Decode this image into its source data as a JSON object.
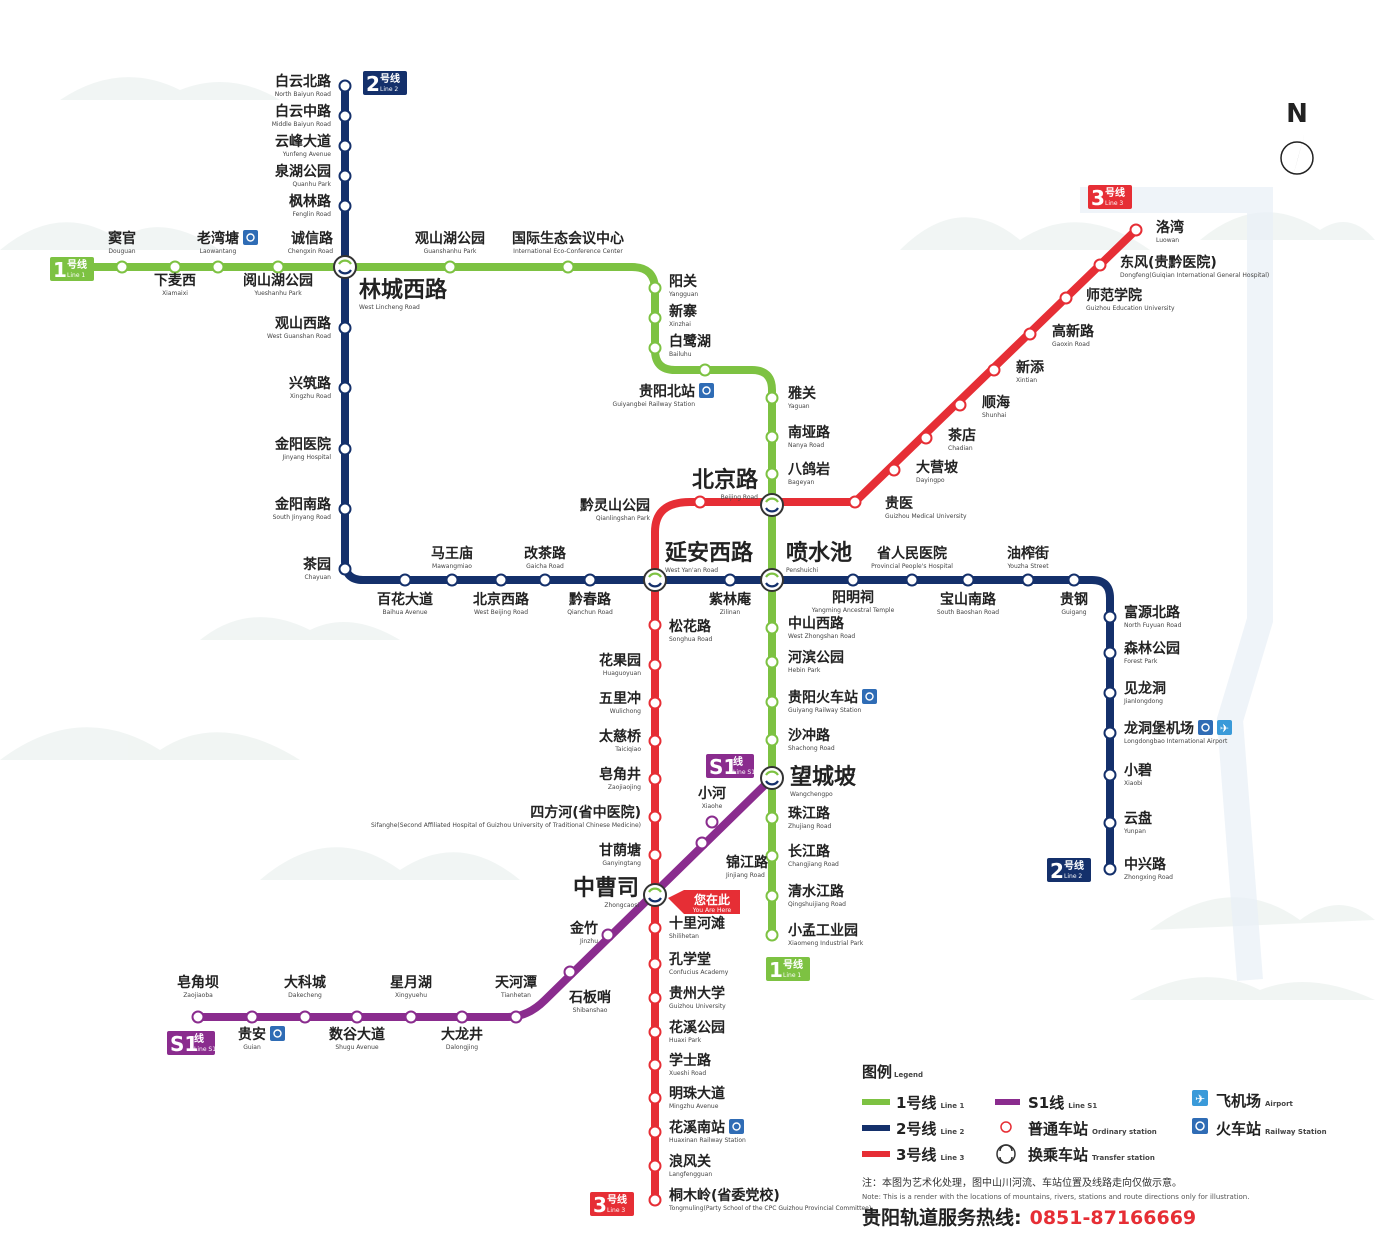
{
  "colors": {
    "line1": "#7dc242",
    "line2": "#14306b",
    "line3": "#e62e35",
    "lineS1": "#8a2c8e",
    "rail_icon": "#2f6cb5",
    "airport_icon": "#3a9ad9",
    "hotline": "#e62e35"
  },
  "north": {
    "label": "N"
  },
  "badges": {
    "line1_west": {
      "num": "1",
      "zh": "号线",
      "en": "Line 1"
    },
    "line1_south": {
      "num": "1",
      "zh": "号线",
      "en": "Line 1"
    },
    "line2_north": {
      "num": "2",
      "zh": "号线",
      "en": "Line 2"
    },
    "line2_south": {
      "num": "2",
      "zh": "号线",
      "en": "Line 2"
    },
    "line3_north": {
      "num": "3",
      "zh": "号线",
      "en": "Line 3"
    },
    "line3_south": {
      "num": "3",
      "zh": "号线",
      "en": "Line 3"
    },
    "lineS1_east": {
      "num": "S1",
      "zh": "线",
      "en": "Line S1"
    },
    "lineS1_west": {
      "num": "S1",
      "zh": "线",
      "en": "Line S1"
    }
  },
  "stations": [
    {
      "id": "douguan",
      "zh": "窦官",
      "en": "Douguan"
    },
    {
      "id": "xiamaisi",
      "zh": "下麦西",
      "en": "Xiamaixi"
    },
    {
      "id": "laowantang",
      "zh": "老湾塘",
      "en": "Laowantang",
      "rail": true
    },
    {
      "id": "yuanshanhu",
      "zh": "阅山湖公园",
      "en": "Yueshanhu Park"
    },
    {
      "id": "chengxin",
      "zh": "诚信路",
      "en": "Chengxin Road"
    },
    {
      "id": "guanshanhu",
      "zh": "观山湖公园",
      "en": "Guanshanhu Park"
    },
    {
      "id": "expo",
      "zh": "国际生态会议中心",
      "en": "International Eco-Conference Center"
    },
    {
      "id": "yangguan",
      "zh": "阳关",
      "en": "Yangguan"
    },
    {
      "id": "xinzhai",
      "zh": "新寨",
      "en": "Xinzhai"
    },
    {
      "id": "bailuhu",
      "zh": "白鹭湖",
      "en": "Bailuhu"
    },
    {
      "id": "guiyangbei",
      "zh": "贵阳北站",
      "en": "Guiyangbei Railway Station",
      "rail": true
    },
    {
      "id": "yaguan",
      "zh": "雅关",
      "en": "Yaguan"
    },
    {
      "id": "nanya",
      "zh": "南垭路",
      "en": "Nanya Road"
    },
    {
      "id": "bagezhai",
      "zh": "八鸽岩",
      "en": "Bageyan"
    },
    {
      "id": "beijinglu",
      "zh": "北京路",
      "en": "Beijing Road"
    },
    {
      "id": "penshuichi",
      "zh": "喷水池",
      "en": "Penshuichi"
    },
    {
      "id": "zhongshanxi",
      "zh": "中山西路",
      "en": "West Zhongshan Road"
    },
    {
      "id": "hebin",
      "zh": "河滨公园",
      "en": "Hebin Park"
    },
    {
      "id": "guiyanghuoche",
      "zh": "贵阳火车站",
      "en": "Guiyang Railway Station",
      "rail": true
    },
    {
      "id": "shachong",
      "zh": "沙冲路",
      "en": "Shachong Road"
    },
    {
      "id": "wangchengpo",
      "zh": "望城坡",
      "en": "Wangchengpo"
    },
    {
      "id": "zhujiang",
      "zh": "珠江路",
      "en": "Zhujiang Road"
    },
    {
      "id": "changjiang",
      "zh": "长江路",
      "en": "Changjiang Road"
    },
    {
      "id": "qingshuijiang",
      "zh": "清水江路",
      "en": "Qingshuijiang Road"
    },
    {
      "id": "xiaomeng",
      "zh": "小孟工业园",
      "en": "Xiaomeng Industrial Park"
    },
    {
      "id": "baiyunbei",
      "zh": "白云北路",
      "en": "North Baiyun Road"
    },
    {
      "id": "baiyunzhong",
      "zh": "白云中路",
      "en": "Middle Baiyun Road"
    },
    {
      "id": "yunfeng",
      "zh": "云峰大道",
      "en": "Yunfeng Avenue"
    },
    {
      "id": "quanhu",
      "zh": "泉湖公园",
      "en": "Quanhu Park"
    },
    {
      "id": "fenglin",
      "zh": "枫林路",
      "en": "Fenglin Road"
    },
    {
      "id": "linchengxi",
      "zh": "林城西路",
      "en": "West Lincheng Road"
    },
    {
      "id": "guanshanxi",
      "zh": "观山西路",
      "en": "West Guanshan Road"
    },
    {
      "id": "xingzhu",
      "zh": "兴筑路",
      "en": "Xingzhu Road"
    },
    {
      "id": "jinyangyiyuan",
      "zh": "金阳医院",
      "en": "Jinyang Hospital"
    },
    {
      "id": "jinyangnan",
      "zh": "金阳南路",
      "en": "South Jinyang Road"
    },
    {
      "id": "chayuan",
      "zh": "茶园",
      "en": "Chayuan"
    },
    {
      "id": "baihua",
      "zh": "百花大道",
      "en": "Baihua Avenue"
    },
    {
      "id": "mawangmiao",
      "zh": "马王庙",
      "en": "Mawangmiao"
    },
    {
      "id": "beijingxi",
      "zh": "北京西路",
      "en": "West Beijing Road"
    },
    {
      "id": "gaicha",
      "zh": "改茶路",
      "en": "Gaicha Road"
    },
    {
      "id": "qianchun",
      "zh": "黔春路",
      "en": "Qianchun Road"
    },
    {
      "id": "yananxi",
      "zh": "延安西路",
      "en": "West Yan'an Road"
    },
    {
      "id": "zilinan",
      "zh": "紫林庵",
      "en": "Zilinan"
    },
    {
      "id": "yangmingci",
      "zh": "阳明祠",
      "en": "Yangming Ancestral Temple"
    },
    {
      "id": "shengrenyi",
      "zh": "省人民医院",
      "en": "Provincial People's Hospital"
    },
    {
      "id": "baoshannan",
      "zh": "宝山南路",
      "en": "South Baoshan Road"
    },
    {
      "id": "youzha",
      "zh": "油榨街",
      "en": "Youzha Street"
    },
    {
      "id": "guigang",
      "zh": "贵钢",
      "en": "Guigang"
    },
    {
      "id": "fuyuanbei",
      "zh": "富源北路",
      "en": "North Fuyuan Road"
    },
    {
      "id": "senlin",
      "zh": "森林公园",
      "en": "Forest Park"
    },
    {
      "id": "jianlongdong",
      "zh": "见龙洞",
      "en": "Jianlongdong"
    },
    {
      "id": "longdongbao",
      "zh": "龙洞堡机场",
      "en": "Longdongbao International Airport",
      "rail": true,
      "airport": true
    },
    {
      "id": "xiaobi",
      "zh": "小碧",
      "en": "Xiaobi"
    },
    {
      "id": "yunpan",
      "zh": "云盘",
      "en": "Yunpan"
    },
    {
      "id": "zhongxing",
      "zh": "中兴路",
      "en": "Zhongxing Road"
    },
    {
      "id": "luowan",
      "zh": "洛湾",
      "en": "Luowan"
    },
    {
      "id": "dongfeng",
      "zh": "东风(贵黔医院)",
      "en": "Dongfeng(Guiqian International General Hospital)"
    },
    {
      "id": "shifan",
      "zh": "师范学院",
      "en": "Guizhou Education University"
    },
    {
      "id": "gaoxin",
      "zh": "高新路",
      "en": "Gaoxin Road"
    },
    {
      "id": "xintian",
      "zh": "新添",
      "en": "Xintian"
    },
    {
      "id": "shunhai",
      "zh": "顺海",
      "en": "Shunhai"
    },
    {
      "id": "chadian",
      "zh": "茶店",
      "en": "Chadian"
    },
    {
      "id": "dayingpo",
      "zh": "大营坡",
      "en": "Dayingpo"
    },
    {
      "id": "guiyi",
      "zh": "贵医",
      "en": "Guizhou Medical University"
    },
    {
      "id": "qianlingshan",
      "zh": "黔灵山公园",
      "en": "Qianlingshan Park"
    },
    {
      "id": "songhua",
      "zh": "松花路",
      "en": "Songhua Road"
    },
    {
      "id": "huaguoyuan",
      "zh": "花果园",
      "en": "Huaguoyuan"
    },
    {
      "id": "wulichong",
      "zh": "五里冲",
      "en": "Wulichong"
    },
    {
      "id": "taiciqiao",
      "zh": "太慈桥",
      "en": "Taiciqiao"
    },
    {
      "id": "zaojiaojing",
      "zh": "皂角井",
      "en": "Zaojiaojing"
    },
    {
      "id": "sifanghe",
      "zh": "四方河(省中医院)",
      "en": "Sifanghe(Second Affiliated Hospital of Guizhou University of Traditional Chinese Medicine)"
    },
    {
      "id": "ganyingtang",
      "zh": "甘荫塘",
      "en": "Ganyingtang"
    },
    {
      "id": "zhongcaosi",
      "zh": "中曹司",
      "en": "Zhongcaosi"
    },
    {
      "id": "shilihetan",
      "zh": "十里河滩",
      "en": "Shilihetan"
    },
    {
      "id": "kongxuetang",
      "zh": "孔学堂",
      "en": "Confucius Academy"
    },
    {
      "id": "guizhoudaxue",
      "zh": "贵州大学",
      "en": "Guizhou University"
    },
    {
      "id": "huaxi",
      "zh": "花溪公园",
      "en": "Huaxi Park"
    },
    {
      "id": "xueshi",
      "zh": "学士路",
      "en": "Xueshi Road"
    },
    {
      "id": "mingzhu",
      "zh": "明珠大道",
      "en": "Mingzhu Avenue"
    },
    {
      "id": "huaxinan",
      "zh": "花溪南站",
      "en": "Huaxinan Railway Station",
      "rail": true
    },
    {
      "id": "langfengguan",
      "zh": "浪风关",
      "en": "Langfengguan"
    },
    {
      "id": "tongmuling",
      "zh": "桐木岭(省委党校)",
      "en": "Tongmuling(Party School of the CPC Guizhou Provincial Committee)"
    },
    {
      "id": "xiaohe",
      "zh": "小河",
      "en": "Xiaohe"
    },
    {
      "id": "jinjiang",
      "zh": "锦江路",
      "en": "Jinjiang Road"
    },
    {
      "id": "jinzhu",
      "zh": "金竹",
      "en": "Jinzhu"
    },
    {
      "id": "shibanshao",
      "zh": "石板哨",
      "en": "Shibanshao"
    },
    {
      "id": "tianhetan",
      "zh": "天河潭",
      "en": "Tianhetan"
    },
    {
      "id": "xingyuehu",
      "zh": "星月湖",
      "en": "Xingyuehu"
    },
    {
      "id": "dakecheng",
      "zh": "大科城",
      "en": "Dakecheng"
    },
    {
      "id": "zaojiaoba",
      "zh": "皂角坝",
      "en": "Zaojiaoba"
    },
    {
      "id": "guian",
      "zh": "贵安",
      "en": "Guian",
      "rail": true
    },
    {
      "id": "shugu",
      "zh": "数谷大道",
      "en": "Shugu Avenue"
    },
    {
      "id": "dalongjing",
      "zh": "大龙井",
      "en": "Dalongjing"
    }
  ],
  "you_are_here": {
    "zh": "您在此",
    "en": "You Are Here"
  },
  "legend": {
    "title": "图例",
    "title_en": "Legend",
    "line1": {
      "zh": "1号线",
      "en": "Line 1"
    },
    "line2": {
      "zh": "2号线",
      "en": "Line 2"
    },
    "line3": {
      "zh": "3号线",
      "en": "Line 3"
    },
    "lineS1": {
      "zh": "S1线",
      "en": "Line S1"
    },
    "ordinary": {
      "zh": "普通车站",
      "en": "Ordinary station"
    },
    "transfer": {
      "zh": "换乘车站",
      "en": "Transfer station"
    },
    "airport": {
      "zh": "飞机场",
      "en": "Airport"
    },
    "railway": {
      "zh": "火车站",
      "en": "Railway Station"
    }
  },
  "note": {
    "zh": "注：本图为艺术化处理，图中山川河流、车站位置及线路走向仅做示意。",
    "en": "Note: This is a render with the locations of mountains, rivers, stations and route directions only for illustration."
  },
  "hotline": {
    "label": "贵阳轨道服务热线:",
    "number": "0851-87166669"
  }
}
